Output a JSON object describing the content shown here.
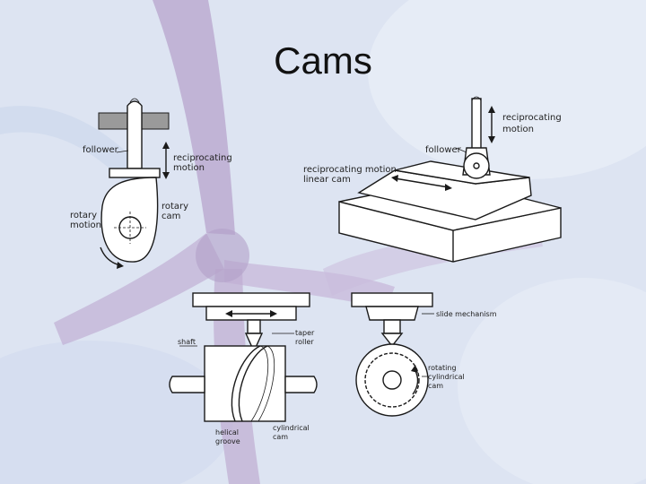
{
  "title": "Cams",
  "figures": {
    "rotary_cam": {
      "follower": "follower",
      "reciprocating_motion_1": "reciprocating",
      "reciprocating_motion_2": "motion",
      "rotary_cam_1": "rotary",
      "rotary_cam_2": "cam",
      "rotary_motion_1": "rotary",
      "rotary_motion_2": "motion"
    },
    "linear_cam": {
      "reciprocating_motion_1": "reciprocating",
      "reciprocating_motion_2": "motion",
      "follower": "follower",
      "reciprocating_motion_linear_1": "reciprocating motion",
      "reciprocating_motion_linear_2": "linear cam"
    },
    "cylindrical_cam": {
      "shaft": "shaft",
      "taper_roller_1": "taper",
      "taper_roller_2": "roller",
      "helical_groove_1": "helical",
      "helical_groove_2": "groove",
      "cylindrical_cam_1": "cylindrical",
      "cylindrical_cam_2": "cam",
      "slide_mechanism": "slide mechanism",
      "rotating_cylindrical_cam_1": "rotating",
      "rotating_cylindrical_cam_2": "cylindrical",
      "rotating_cylindrical_cam_3": "cam"
    }
  },
  "colors": {
    "background": "#dfe6f3",
    "starfish": "#b9a6c9",
    "ink": "#1a1a1a"
  }
}
